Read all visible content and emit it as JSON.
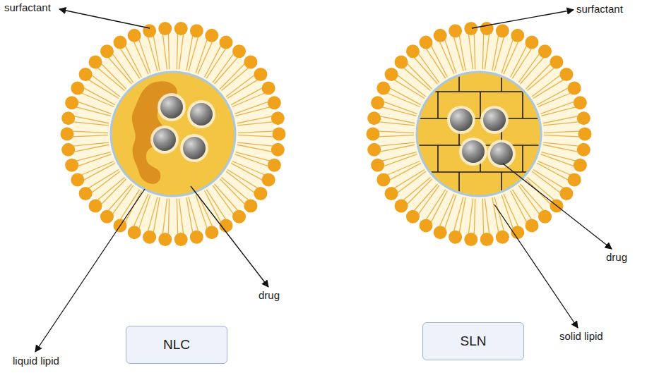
{
  "diagram": {
    "nodes": [
      {
        "text": [
          "NLC"
        ]
      },
      {
        "text": [
          "SLN"
        ]
      }
    ],
    "labels": [
      "surfactant",
      "liquid lipid",
      "drug",
      "surfactant",
      "drug",
      "solid lipid"
    ]
  }
}
